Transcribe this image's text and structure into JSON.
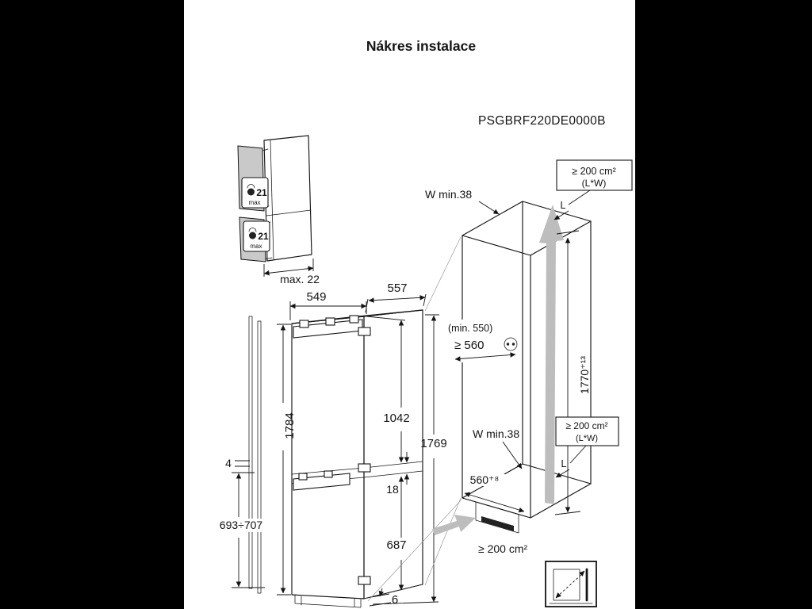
{
  "title": "Nákres instalace",
  "model": "PSGBRF220DE0000B",
  "panel_diagram": {
    "weight_top_value": "21",
    "weight_top_unit": "max",
    "weight_bottom_value": "21",
    "weight_bottom_unit": "max",
    "panel_thickness": "max. 22"
  },
  "front_view": {
    "width": "549",
    "height": "1784",
    "side_gap": "4",
    "lower_panel_height": "693÷707"
  },
  "side_view": {
    "depth": "557",
    "upper_door": "1042",
    "total_height": "1769",
    "door_gap": "18",
    "lower_door": "687",
    "bottom_gap": "6"
  },
  "niche_view": {
    "wall_min_top": "W min.38",
    "vent_top_area": "≥ 200 cm²",
    "vent_top_note": "(L*W)",
    "vent_top_l": "L",
    "depth_min": "(min. 550)",
    "depth_req": "≥ 560",
    "height": "1770⁺¹³",
    "wall_min_bottom": "W min.38",
    "vent_mid_area": "≥ 200 cm²",
    "vent_mid_note": "(L*W)",
    "vent_mid_l": "L",
    "width": "560⁺⁸",
    "vent_bottom_area": "≥ 200 cm²"
  }
}
